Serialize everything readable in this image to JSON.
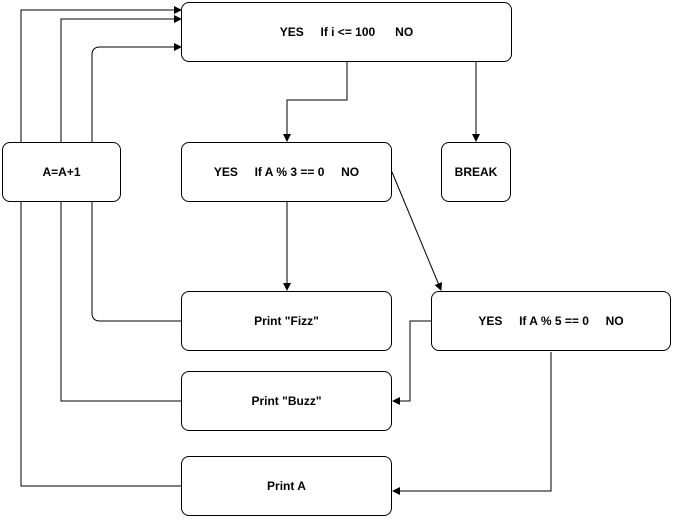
{
  "nodes": {
    "loop_condition": "YES     If i <= 100      NO",
    "increment": "A=A+1",
    "mod3_condition": "YES     If A % 3 == 0     NO",
    "break": "BREAK",
    "print_fizz": "Print \"Fizz\"",
    "mod5_condition": "YES     If A % 5 == 0     NO",
    "print_buzz": "Print \"Buzz\"",
    "print_a": "Print A"
  },
  "colors": {
    "stroke": "#000000",
    "fill": "#ffffff"
  }
}
